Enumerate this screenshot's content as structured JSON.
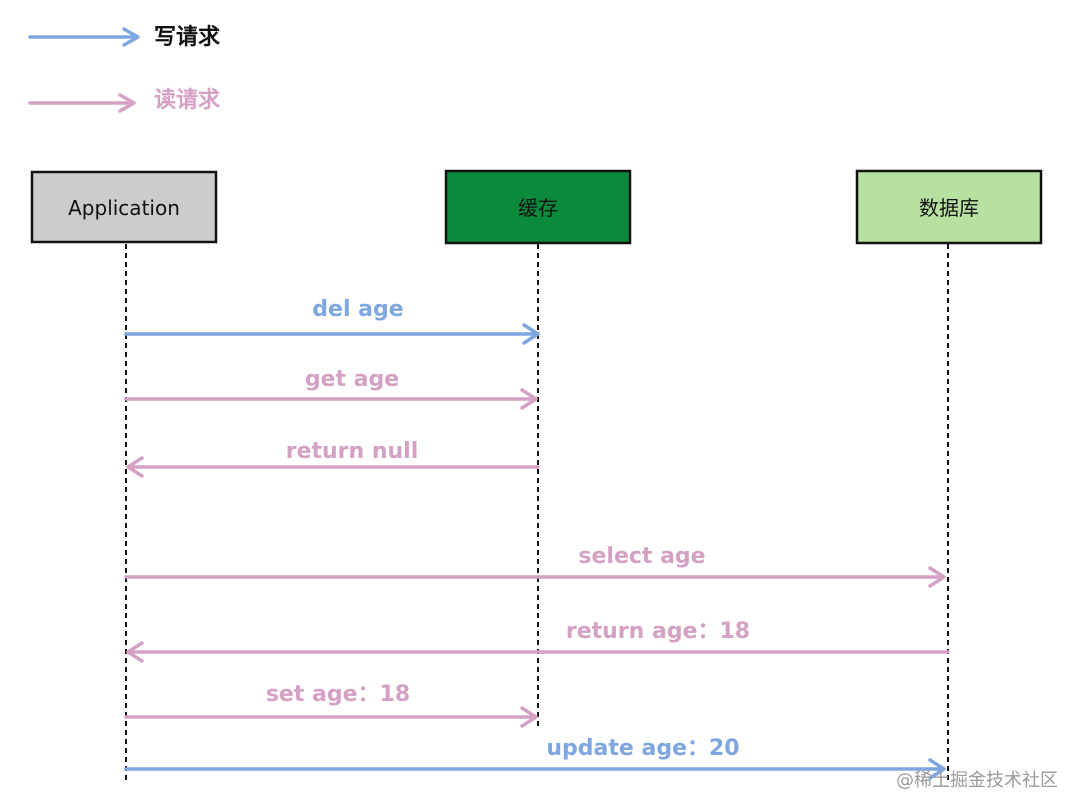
{
  "legend": {
    "write": {
      "label": "写请求",
      "color": "#7ea6e0"
    },
    "read": {
      "label": "读请求",
      "color": "#d4a1c4"
    }
  },
  "participants": {
    "app": {
      "label": "Application",
      "fill": "#cccccc"
    },
    "cache": {
      "label": "缓存",
      "fill": "#0b8a3c"
    },
    "db": {
      "label": "数据库",
      "fill": "#b7e1a1"
    }
  },
  "messages": [
    {
      "label": "del age",
      "kind": "write"
    },
    {
      "label": "get age",
      "kind": "read"
    },
    {
      "label": "return null",
      "kind": "read"
    },
    {
      "label": "select age",
      "kind": "read"
    },
    {
      "label": "return age：18",
      "kind": "read"
    },
    {
      "label": "set age：18",
      "kind": "read"
    },
    {
      "label": "update age：20",
      "kind": "write"
    }
  ],
  "watermark": "@稀土掘金技术社区"
}
